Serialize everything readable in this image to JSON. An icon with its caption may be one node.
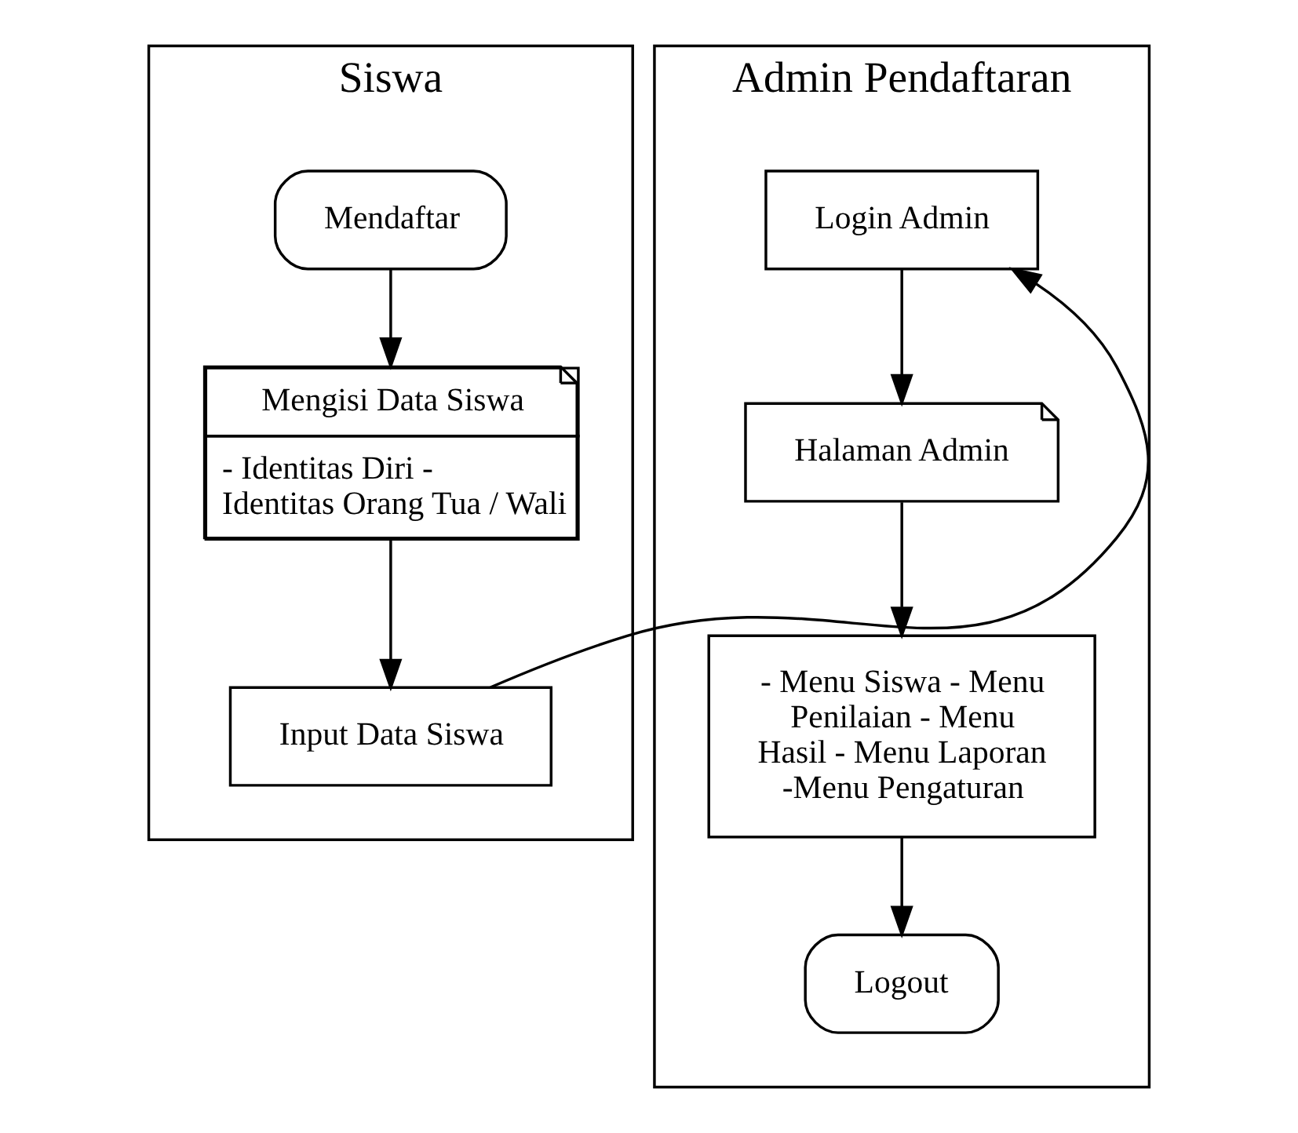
{
  "diagram": {
    "nodes": [
      {
        "text": [
          "Siswa"
        ]
      },
      {
        "text": [
          "Admin Pendaftaran"
        ]
      },
      {
        "text": [
          "Mendaftar"
        ],
        "in": 0
      },
      {
        "text": [
          "Mengisi Data Siswa",
          "- Identitas Diri - Identitas Orang Tua / Wali"
        ],
        "in": 0
      },
      {
        "text": [
          "Input Data Siswa"
        ],
        "in": 0
      },
      {
        "text": [
          "Login Admin"
        ],
        "in": 1
      },
      {
        "text": [
          "Halaman Admin"
        ],
        "in": 1
      },
      {
        "text": [
          "- Menu Siswa - Menu Penilaian - Menu Hasil - Menu Laporan -Menu Pengaturan"
        ],
        "in": 1
      },
      {
        "text": [
          "Logout"
        ],
        "in": 1
      }
    ],
    "edges": [
      {
        "from": 2,
        "to": 3,
        "arrow": "to"
      },
      {
        "from": 3,
        "to": 4,
        "arrow": "to"
      },
      {
        "from": 4,
        "to": 5,
        "arrow": "to"
      },
      {
        "from": 5,
        "to": 6,
        "arrow": "to"
      },
      {
        "from": 6,
        "to": 7,
        "arrow": "to"
      },
      {
        "from": 7,
        "to": 8,
        "arrow": "to"
      }
    ]
  }
}
